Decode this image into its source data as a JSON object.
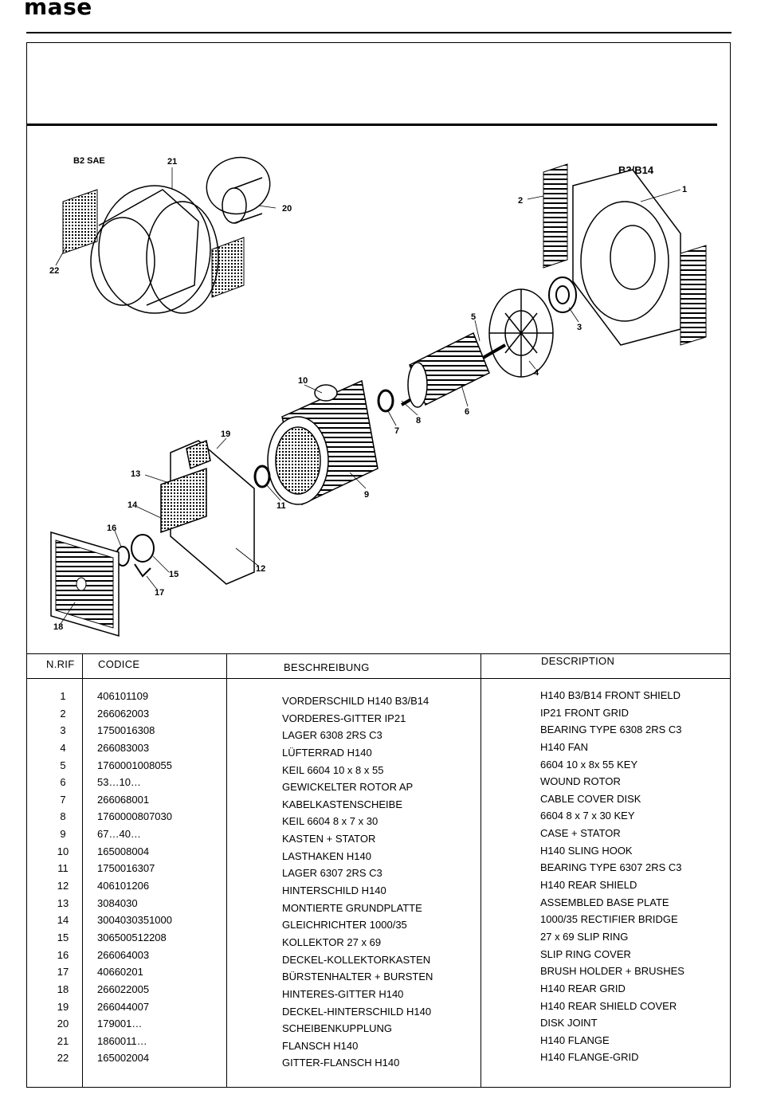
{
  "brand": {
    "logo_text": "mase"
  },
  "diagram": {
    "label_left": "B2 SAE",
    "label_right": "B3/B14",
    "callouts": [
      "1",
      "2",
      "3",
      "4",
      "5",
      "6",
      "7",
      "8",
      "9",
      "10",
      "11",
      "12",
      "13",
      "14",
      "15",
      "16",
      "17",
      "18",
      "19",
      "20",
      "21",
      "22"
    ]
  },
  "table": {
    "headers": {
      "num": "N.RIF",
      "code": "CODICE",
      "de": "BESCHREIBUNG",
      "en": "DESCRIPTION"
    },
    "rows": [
      {
        "num": "1",
        "code": "406101109",
        "de": "VORDERSCHILD H140 B3/B14",
        "en": "H140 B3/B14 FRONT SHIELD"
      },
      {
        "num": "2",
        "code": "266062003",
        "de": "VORDERES-GITTER IP21",
        "en": "IP21 FRONT GRID"
      },
      {
        "num": "3",
        "code": "1750016308",
        "de": "LAGER 6308 2RS C3",
        "en": "BEARING TYPE 6308 2RS C3"
      },
      {
        "num": "4",
        "code": "266083003",
        "de": "LÜFTERRAD H140",
        "en": "H140 FAN"
      },
      {
        "num": "5",
        "code": "1760001008055",
        "de": "KEIL 6604 10 x 8 x 55",
        "en": "6604 10 x 8x 55 KEY"
      },
      {
        "num": "6",
        "code": "53…10…",
        "de": "GEWICKELTER ROTOR AP",
        "en": "WOUND ROTOR"
      },
      {
        "num": "7",
        "code": "266068001",
        "de": "KABELKASTENSCHEIBE",
        "en": "CABLE COVER DISK"
      },
      {
        "num": "8",
        "code": "1760000807030",
        "de": "KEIL 6604 8 x 7 x 30",
        "en": "6604 8 x 7 x 30 KEY"
      },
      {
        "num": "9",
        "code": "67…40…",
        "de": "KASTEN + STATOR",
        "en": "CASE + STATOR"
      },
      {
        "num": "10",
        "code": "165008004",
        "de": "LASTHAKEN H140",
        "en": "H140 SLING HOOK"
      },
      {
        "num": "11",
        "code": "1750016307",
        "de": "LAGER 6307 2RS C3",
        "en": "BEARING TYPE 6307 2RS C3"
      },
      {
        "num": "12",
        "code": "406101206",
        "de": "HINTERSCHILD H140",
        "en": "H140 REAR SHIELD"
      },
      {
        "num": "13",
        "code": "3084030",
        "de": "MONTIERTE GRUNDPLATTE",
        "en": "ASSEMBLED BASE PLATE"
      },
      {
        "num": "14",
        "code": "3004030351000",
        "de": "GLEICHRICHTER 1000/35",
        "en": "1000/35 RECTIFIER BRIDGE"
      },
      {
        "num": "15",
        "code": "306500512208",
        "de": "KOLLEKTOR 27 x 69",
        "en": "27 x 69 SLIP RING"
      },
      {
        "num": "16",
        "code": "266064003",
        "de": "DECKEL-KOLLEKTORKASTEN",
        "en": "SLIP RING COVER"
      },
      {
        "num": "17",
        "code": "40660201",
        "de": "BÜRSTENHALTER + BURSTEN",
        "en": "BRUSH HOLDER + BRUSHES"
      },
      {
        "num": "18",
        "code": "266022005",
        "de": "HINTERES-GITTER H140",
        "en": "H140 REAR GRID"
      },
      {
        "num": "19",
        "code": "266044007",
        "de": "DECKEL-HINTERSCHILD H140",
        "en": "H140 REAR SHIELD COVER"
      },
      {
        "num": "20",
        "code": "179001…",
        "de": "SCHEIBENKUPPLUNG",
        "en": "DISK JOINT"
      },
      {
        "num": "21",
        "code": "1860011…",
        "de": "FLANSCH H140",
        "en": "H140 FLANGE"
      },
      {
        "num": "22",
        "code": "165002004",
        "de": "GITTER-FLANSCH H140",
        "en": "H140 FLANGE-GRID"
      }
    ]
  }
}
